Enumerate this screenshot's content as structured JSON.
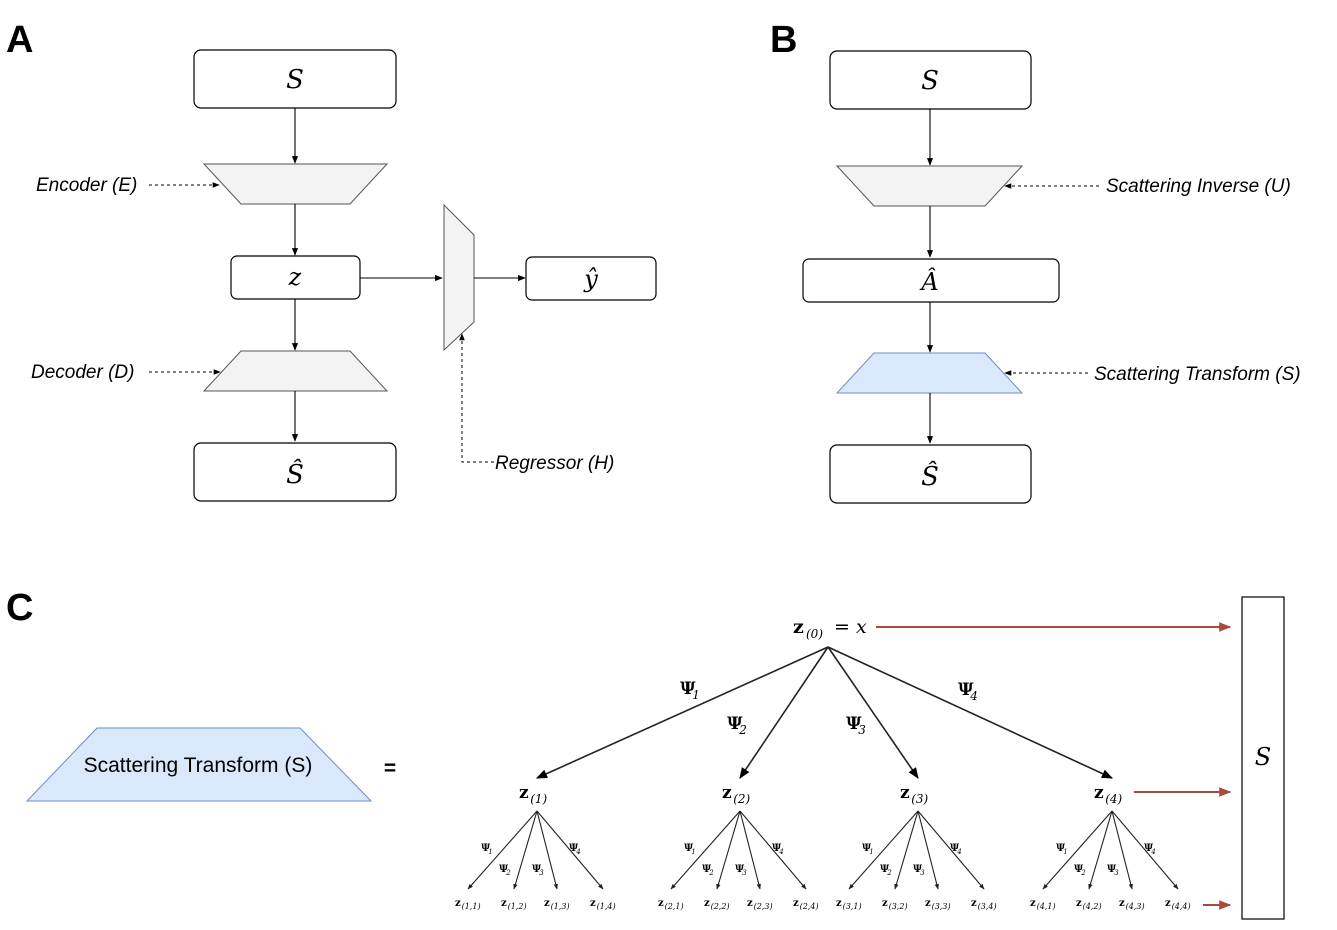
{
  "panels": {
    "a": "A",
    "b": "B",
    "c": "C"
  },
  "panel_a": {
    "input": "S",
    "latent": "z",
    "prediction": "ŷ",
    "output": "Ŝ",
    "encoder_label": "Encoder (E)",
    "decoder_label": "Decoder (D)",
    "regressor_label": "Regressor (H)"
  },
  "panel_b": {
    "input": "S",
    "middle": "Â",
    "output": "Ŝ",
    "inverse_label": "Scattering Inverse  (U)",
    "transform_label": "Scattering Transform  (S)"
  },
  "panel_c": {
    "block_label": "Scattering Transform (S)",
    "equals": "=",
    "root": "z",
    "root_sub": "(0)",
    "root_rhs": "= x",
    "output_vector": "S",
    "psi": "Ψ",
    "psi_subs": [
      "1",
      "2",
      "3",
      "4"
    ],
    "level1_subs": [
      "(1)",
      "(2)",
      "(3)",
      "(4)"
    ],
    "level2_subs": [
      [
        "(1,1)",
        "(1,2)",
        "(1,3)",
        "(1,4)"
      ],
      [
        "(2,1)",
        "(2,2)",
        "(2,3)",
        "(2,4)"
      ],
      [
        "(3,1)",
        "(3,2)",
        "(3,3)",
        "(3,4)"
      ],
      [
        "(4,1)",
        "(4,2)",
        "(4,3)",
        "(4,4)"
      ]
    ]
  },
  "colors": {
    "blue_fill": "#dae8fc",
    "blue_stroke": "#6c8ebf",
    "gray_fill": "#f3f3f3",
    "red_arrow": "#a94a3a"
  }
}
